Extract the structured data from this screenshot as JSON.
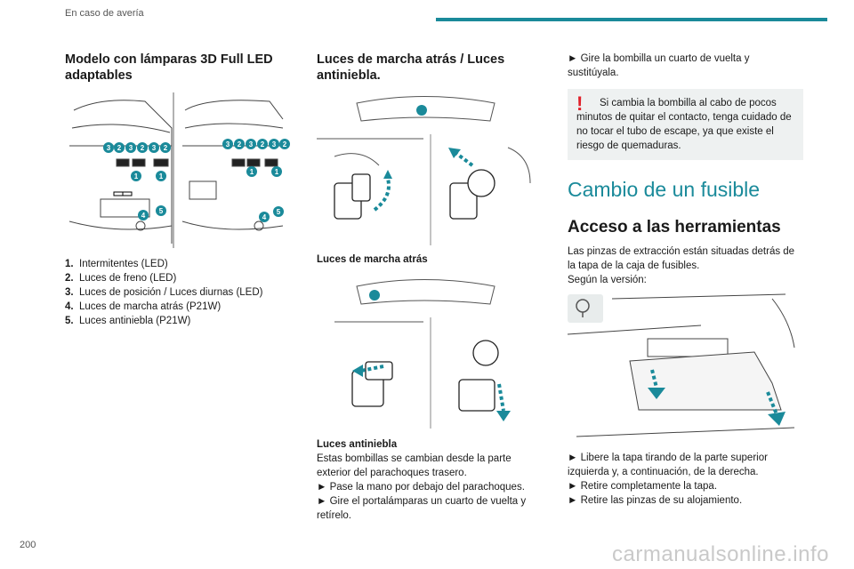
{
  "header": {
    "section": "En caso de avería"
  },
  "page_number": "200",
  "watermark": "carmanualsonline.info",
  "col1": {
    "title": "Modelo con lámparas 3D Full LED adaptables",
    "list": [
      {
        "num": "1.",
        "text": "Intermitentes (LED)"
      },
      {
        "num": "2.",
        "text": "Luces de freno (LED)"
      },
      {
        "num": "3.",
        "text": "Luces de posición / Luces diurnas (LED)"
      },
      {
        "num": "4.",
        "text": "Luces de marcha atrás (P21W)"
      },
      {
        "num": "5.",
        "text": "Luces antiniebla (P21W)"
      }
    ],
    "callouts_left": [
      "3",
      "2",
      "3",
      "2",
      "3",
      "2",
      "1",
      "1",
      "4",
      "5"
    ],
    "callouts_right": [
      "3",
      "2",
      "3",
      "2",
      "3",
      "2",
      "1",
      "1",
      "4",
      "5"
    ]
  },
  "col2": {
    "title": "Luces de marcha atrás / Luces antiniebla.",
    "caption1": "Luces de marcha atrás",
    "caption2": "Luces antiniebla",
    "text1": "Estas bombillas se cambian desde la parte exterior del parachoques trasero.",
    "step1": "Pase la mano por debajo del parachoques.",
    "step2": "Gire el portalámparas un cuarto de vuelta y retírelo."
  },
  "col3": {
    "step_top": "Gire la bombilla un cuarto de vuelta y sustitúyala.",
    "warning_mark": "!",
    "warning": "Si cambia la bombilla al cabo de pocos minutos de quitar el contacto, tenga cuidado de no tocar el tubo de escape, ya que existe el riesgo de quemaduras.",
    "h1": "Cambio de un fusible",
    "h2": "Acceso a las herramientas",
    "intro": "Las pinzas de extracción están situadas detrás de la tapa de la caja de fusibles.",
    "version": "Según la versión:",
    "steps": [
      "Libere la tapa tirando de la parte superior izquierda y, a continuación, de la derecha.",
      "Retire completamente la tapa.",
      "Retire las pinzas de su alojamiento."
    ],
    "bullet": "►"
  },
  "colors": {
    "accent": "#1a8a9a",
    "warning": "#e0202a",
    "callout": "#1a8a9a"
  }
}
